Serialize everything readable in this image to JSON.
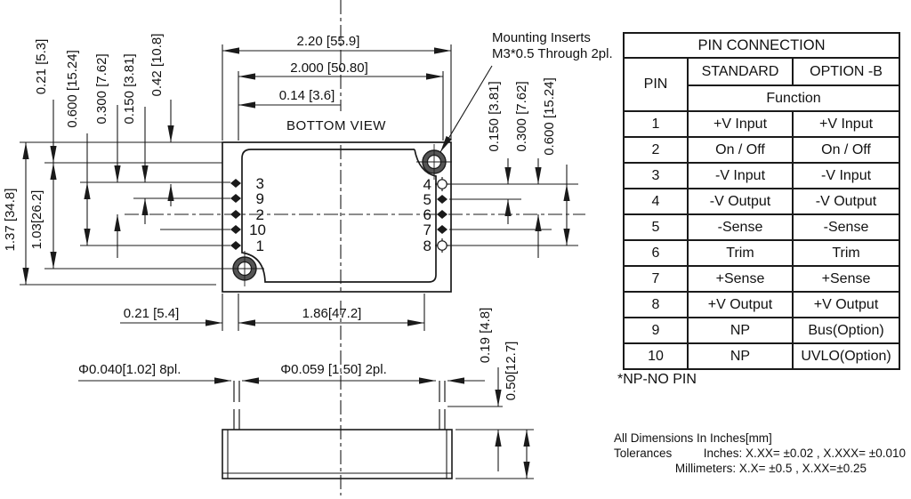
{
  "drawing": {
    "view_label": "BOTTOM VIEW",
    "mounting_note_line1": "Mounting Inserts",
    "mounting_note_line2": "M3*0.5 Through 2pl.",
    "pin_numbers_left": [
      "3",
      "9",
      "2",
      "10",
      "1"
    ],
    "pin_numbers_right": [
      "4",
      "5",
      "6",
      "7",
      "8"
    ],
    "dims": {
      "top_outer_width": "2.20 [55.9]",
      "top_inner_width": "2.000 [50.80]",
      "top_offset": "0.14 [3.6]",
      "left_edge_offset": "0.21 [5.3]",
      "left_pin_span4": "0.600 [15.24]",
      "left_pin_span2": "0.300 [7.62]",
      "left_pin_span1": "0.150 [3.81]",
      "left_top_offset": "0.42 [10.8]",
      "height_outer": "1.37 [34.8]",
      "height_inner": "1.03[26.2]",
      "right_pin_span1": "0.150 [3.81]",
      "right_pin_span2": "0.300 [7.62]",
      "right_pin_span4": "0.600 [15.24]",
      "bottom_left_offset": "0.21 [5.4]",
      "bottom_span": "1.86[47.2]",
      "pin_dia_small": "Φ0.040[1.02] 8pl.",
      "pin_dia_large": "Φ0.059 [1.50] 2pl.",
      "pin_standoff": "0.19 [4.8]",
      "case_height": "0.50[12.7]"
    }
  },
  "pin_table": {
    "title": "PIN CONNECTION",
    "col_pin": "PIN",
    "col_standard": "STANDARD",
    "col_option": "OPTION -B",
    "function_label": "Function",
    "rows": [
      {
        "pin": "1",
        "standard": "+V Input",
        "option_b": "+V Input"
      },
      {
        "pin": "2",
        "standard": "On / Off",
        "option_b": "On / Off"
      },
      {
        "pin": "3",
        "standard": "-V Input",
        "option_b": "-V Input"
      },
      {
        "pin": "4",
        "standard": "-V Output",
        "option_b": "-V Output"
      },
      {
        "pin": "5",
        "standard": "-Sense",
        "option_b": "-Sense"
      },
      {
        "pin": "6",
        "standard": "Trim",
        "option_b": "Trim"
      },
      {
        "pin": "7",
        "standard": "+Sense",
        "option_b": "+Sense"
      },
      {
        "pin": "8",
        "standard": "+V Output",
        "option_b": "+V Output"
      },
      {
        "pin": "9",
        "standard": "NP",
        "option_b": "Bus(Option)"
      },
      {
        "pin": "10",
        "standard": "NP",
        "option_b": "UVLO(Option)"
      }
    ],
    "footnote": "*NP-NO PIN"
  },
  "notes": {
    "dimensions": "All Dimensions In Inches[mm]",
    "tolerances_label": "Tolerances",
    "tolerances_inches": "Inches: X.XX= ±0.02 , X.XXX= ±0.010",
    "tolerances_mm": "Millimeters: X.X= ±0.5 , X.XX=±0.25"
  },
  "colors": {
    "line": "#1a1a1a",
    "background": "#ffffff"
  }
}
